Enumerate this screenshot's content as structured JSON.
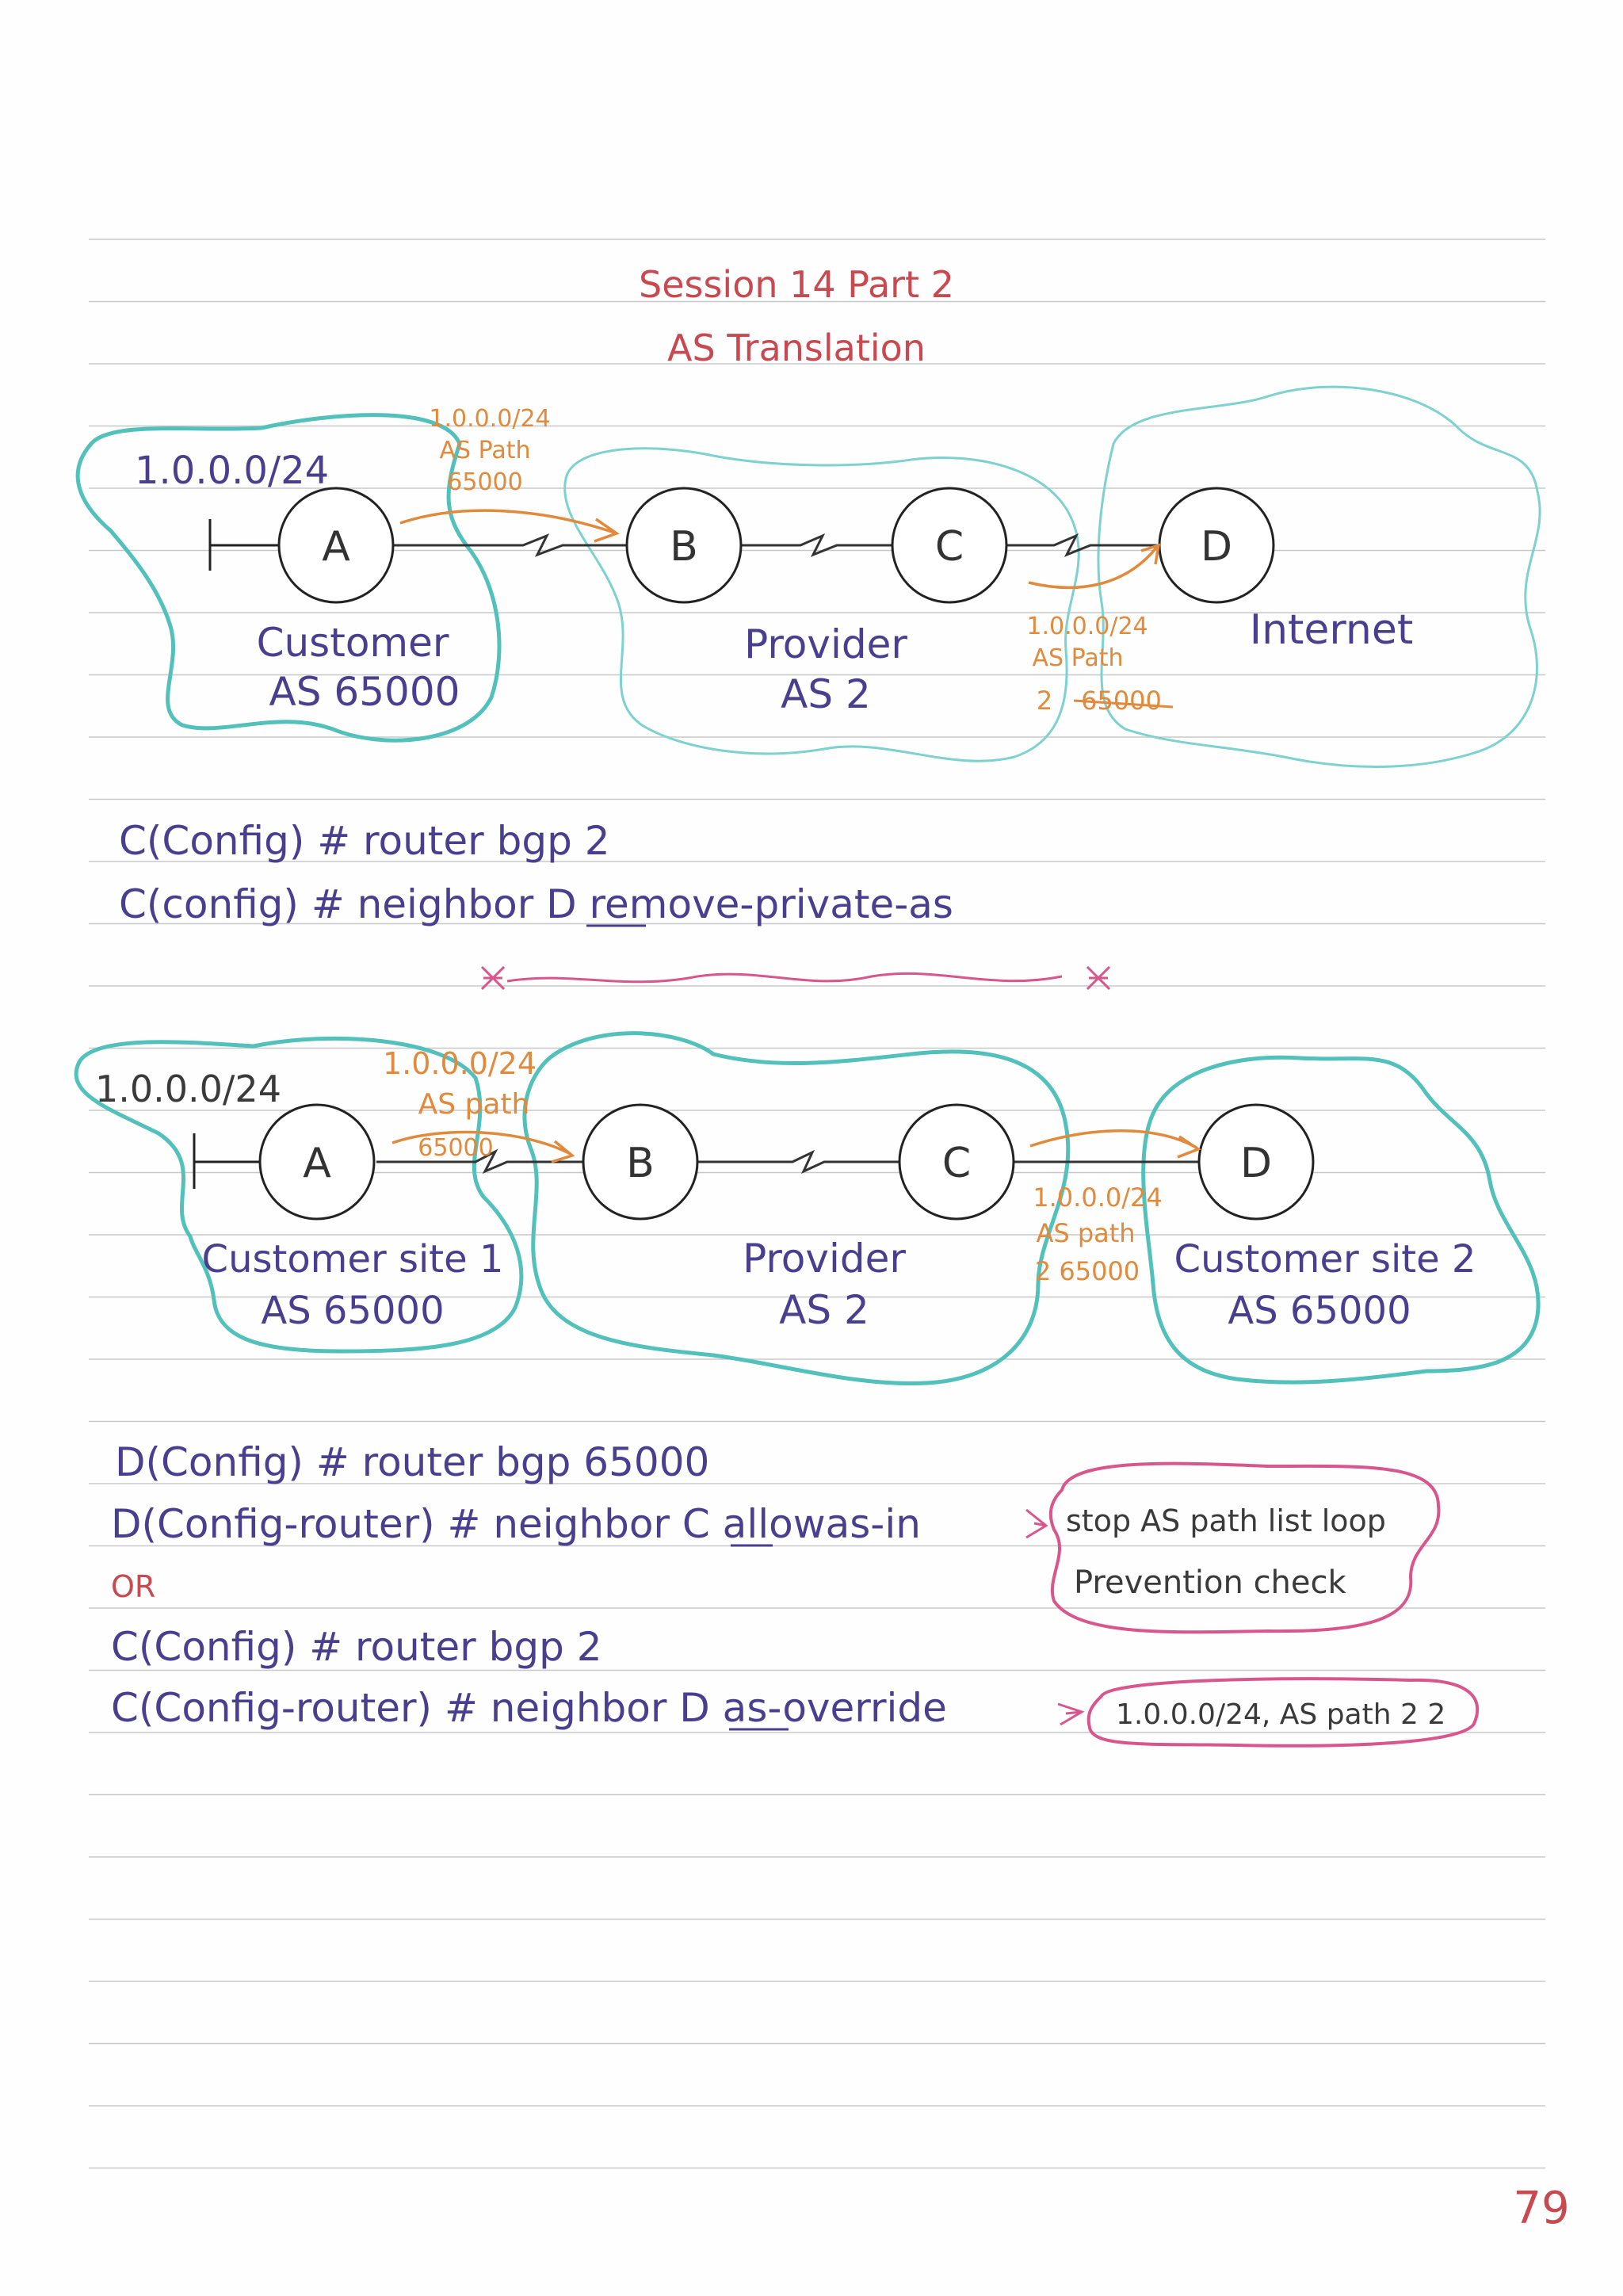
{
  "header": {
    "line1": "Session 14 Part 2",
    "line2": "AS Translation"
  },
  "diagram1": {
    "prefix_label": "1.0.0.0/24",
    "adv1": {
      "prefix": "1.0.0.0/24",
      "label": "AS Path",
      "path": "65000"
    },
    "adv2": {
      "prefix": "1.0.0.0/24",
      "label": "AS Path",
      "path": "2",
      "struck": "65000"
    },
    "nodes": [
      "A",
      "B",
      "C",
      "D"
    ],
    "regions": [
      {
        "name": "Customer",
        "as": "AS 65000"
      },
      {
        "name": "Provider",
        "as": "AS 2"
      },
      {
        "name": "Internet"
      }
    ]
  },
  "config1": [
    "C(Config) # router  bgp  2",
    "C(config) # neighbor  D  remove-private-as"
  ],
  "diagram2": {
    "prefix_label": "1.0.0.0/24",
    "adv1": {
      "prefix": "1.0.0.0/24",
      "label": "AS path",
      "path": "65000"
    },
    "adv2": {
      "prefix": "1.0.0.0/24",
      "label": "AS path",
      "path": "2  65000"
    },
    "nodes": [
      "A",
      "B",
      "C",
      "D"
    ],
    "regions": [
      {
        "name": "Customer site 1",
        "as": "AS 65000"
      },
      {
        "name": "Provider",
        "as": "AS 2"
      },
      {
        "name": "Customer site 2",
        "as": "AS 65000"
      }
    ]
  },
  "config2": {
    "line1": "D(Config) # router  bgp  65000",
    "line2": "D(Config-router) # neighbor  C  allowas-in",
    "or": "OR",
    "line3": "C(Config) # router  bgp  2",
    "line4": "C(Config-router) # neighbor  D  as-override"
  },
  "notes": {
    "allowas": [
      "stop AS path list loop",
      "Prevention  check"
    ],
    "override": "1.0.0.0/24, AS path  2 2"
  },
  "page_number": "79"
}
